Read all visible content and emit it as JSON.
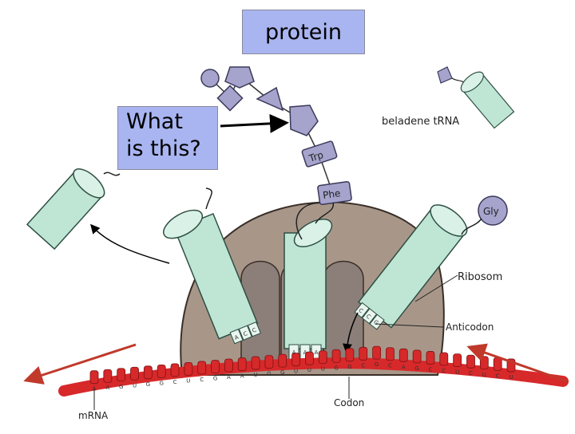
{
  "boxes": {
    "protein": "protein",
    "question_line1": "What",
    "question_line2": "is this?"
  },
  "labels": {
    "loaded_trna": "beladene tRNA",
    "ribosome": "Ribosom",
    "anticodon": "Anticodon",
    "codon": "Codon",
    "mrna": "mRNA"
  },
  "amino_acids": [
    "Trp",
    "Phe",
    "Gly"
  ],
  "anticodons": {
    "left": [
      "A",
      "C",
      "C"
    ],
    "middle": [
      "A",
      "A",
      "A"
    ],
    "right": [
      "C",
      "C",
      "G"
    ]
  },
  "mrna_sequence": [
    "A",
    "A",
    "G",
    "U",
    "G",
    "G",
    "C",
    "U",
    "C",
    "G",
    "A",
    "A",
    "U",
    "G",
    "G",
    "U",
    "U",
    "U",
    "G",
    "G",
    "C",
    "G",
    "C",
    "A",
    "G",
    "C",
    "C",
    "U",
    "C",
    "U",
    "C",
    "U"
  ],
  "colors": {
    "box_fill": "#a9b5f0",
    "trna_fill": "#bfe6d4",
    "ribosome_fill": "#a89789",
    "mrna_red": "#d7282a",
    "amino_fill": "#a6a3cc"
  }
}
